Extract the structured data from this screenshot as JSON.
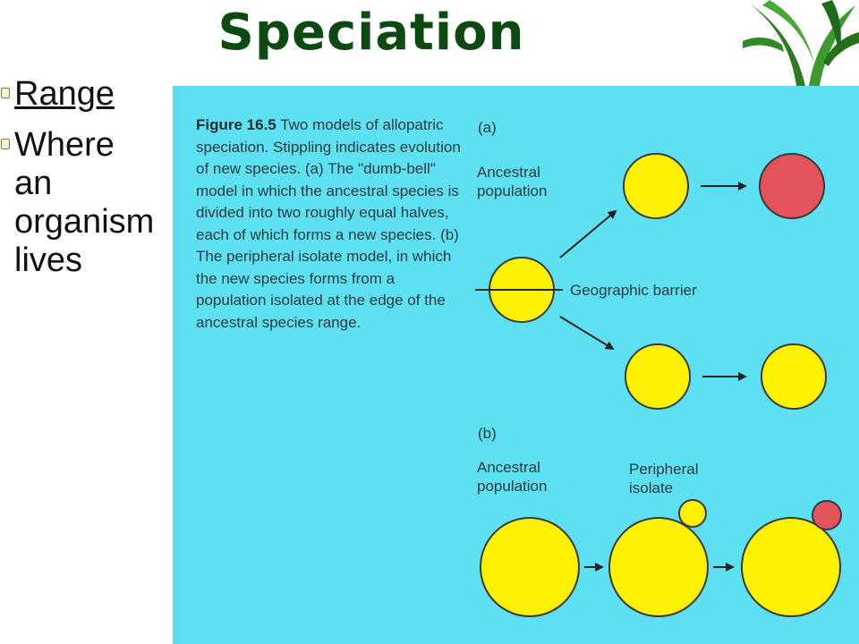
{
  "slide": {
    "title": "Speciation",
    "bullets": [
      {
        "text": "Range",
        "underlined": true
      },
      {
        "text": "Where an organism lives",
        "lines": [
          "Where",
          "an",
          "organism",
          "lives"
        ]
      }
    ]
  },
  "figure": {
    "number": "Figure 16.5",
    "caption": "Two models of allopatric speciation. Stippling indicates evolution of new species. (a) The \"dumb-bell\" model in which the ancestral species is divided into two roughly equal halves, each of which forms a new species. (b) The peripheral isolate model, in which the new species forms from a population isolated at the edge of the ancestral species range.",
    "panel_a": {
      "label": "(a)",
      "ancestral_label": "Ancestral population",
      "ancestral_lines": [
        "Ancestral",
        "population"
      ],
      "barrier_label": "Geographic barrier"
    },
    "panel_b": {
      "label": "(b)",
      "ancestral_label": "Ancestral population",
      "ancestral_lines": [
        "Ancestral",
        "population"
      ],
      "isolate_label": "Peripheral isolate",
      "isolate_lines": [
        "Peripheral",
        "isolate"
      ]
    },
    "colors": {
      "background": "#5ce0f2",
      "population": "#fff200",
      "new_species": "#e2535c",
      "outline": "#3a3a3a"
    }
  }
}
